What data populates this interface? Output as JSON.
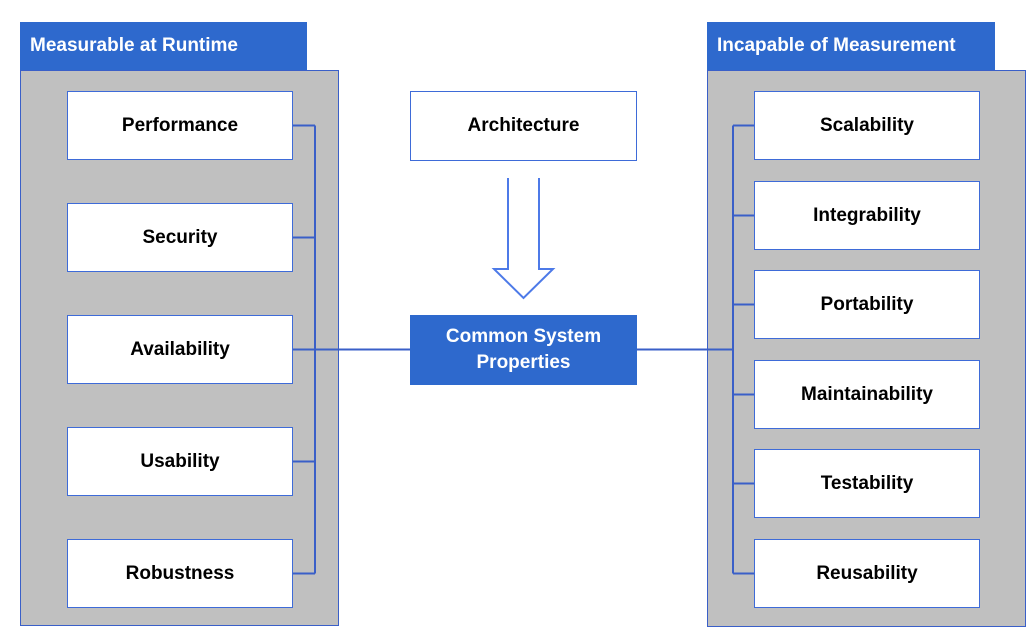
{
  "left_group": {
    "header": "Measurable at Runtime",
    "items": [
      "Performance",
      "Security",
      "Availability",
      "Usability",
      "Robustness"
    ]
  },
  "right_group": {
    "header": "Incapable of Measurement",
    "items": [
      "Scalability",
      "Integrability",
      "Portability",
      "Maintainability",
      "Testability",
      "Reusability"
    ]
  },
  "center": {
    "source_box": "Architecture",
    "target_box": "Common System Properties"
  },
  "colors": {
    "header_blue": "#2e69cd",
    "panel_gray": "#c0c0c0",
    "connector_blue": "#3a5fc8",
    "box_border_blue": "#3e6bd8",
    "arrow_blue": "#4d7ae8",
    "box_bg": "#ffffff",
    "label_text": "#000000",
    "header_text": "#ffffff"
  }
}
